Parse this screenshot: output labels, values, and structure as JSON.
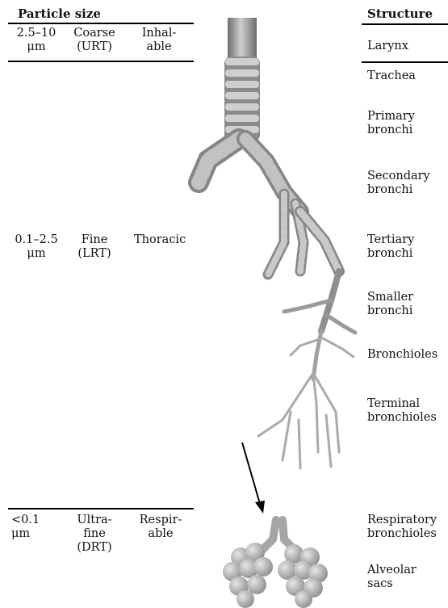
{
  "table": {
    "header": "Particle size",
    "rows": [
      {
        "size": "2.5–10",
        "unit": "μm",
        "type_1": "Coarse",
        "type_2": "(URT)",
        "fraction_1": "Inhal-",
        "fraction_2": "able"
      },
      {
        "size": "0.1–2.5",
        "unit": "μm",
        "type_1": "Fine",
        "type_2": "(LRT)",
        "fraction_1": "Thoracic",
        "fraction_2": ""
      },
      {
        "size": "<0.1",
        "unit": "μm",
        "type_1": "Ultra-",
        "type_2": "fine",
        "type_3": "(DRT)",
        "fraction_1": "Respir-",
        "fraction_2": "able"
      }
    ]
  },
  "structure": {
    "header": "Structure",
    "items": [
      {
        "line1": "Larynx",
        "line2": ""
      },
      {
        "line1": "Trachea",
        "line2": ""
      },
      {
        "line1": "Primary",
        "line2": "bronchi"
      },
      {
        "line1": "Secondary",
        "line2": "bronchi"
      },
      {
        "line1": "Tertiary",
        "line2": "bronchi"
      },
      {
        "line1": "Smaller",
        "line2": "bronchi"
      },
      {
        "line1": "Bronchioles",
        "line2": ""
      },
      {
        "line1": "Terminal",
        "line2": "bronchioles"
      },
      {
        "line1": "Respiratory",
        "line2": "bronchioles"
      },
      {
        "line1": "Alveolar",
        "line2": "sacs"
      }
    ]
  },
  "illustration": {
    "subject": "airway-tree",
    "colors": {
      "cartilage": "#bdbdbd",
      "shadow": "#7a7a7a",
      "tube": "#9a9a9a",
      "alveoli": "#c4c4c4"
    }
  }
}
